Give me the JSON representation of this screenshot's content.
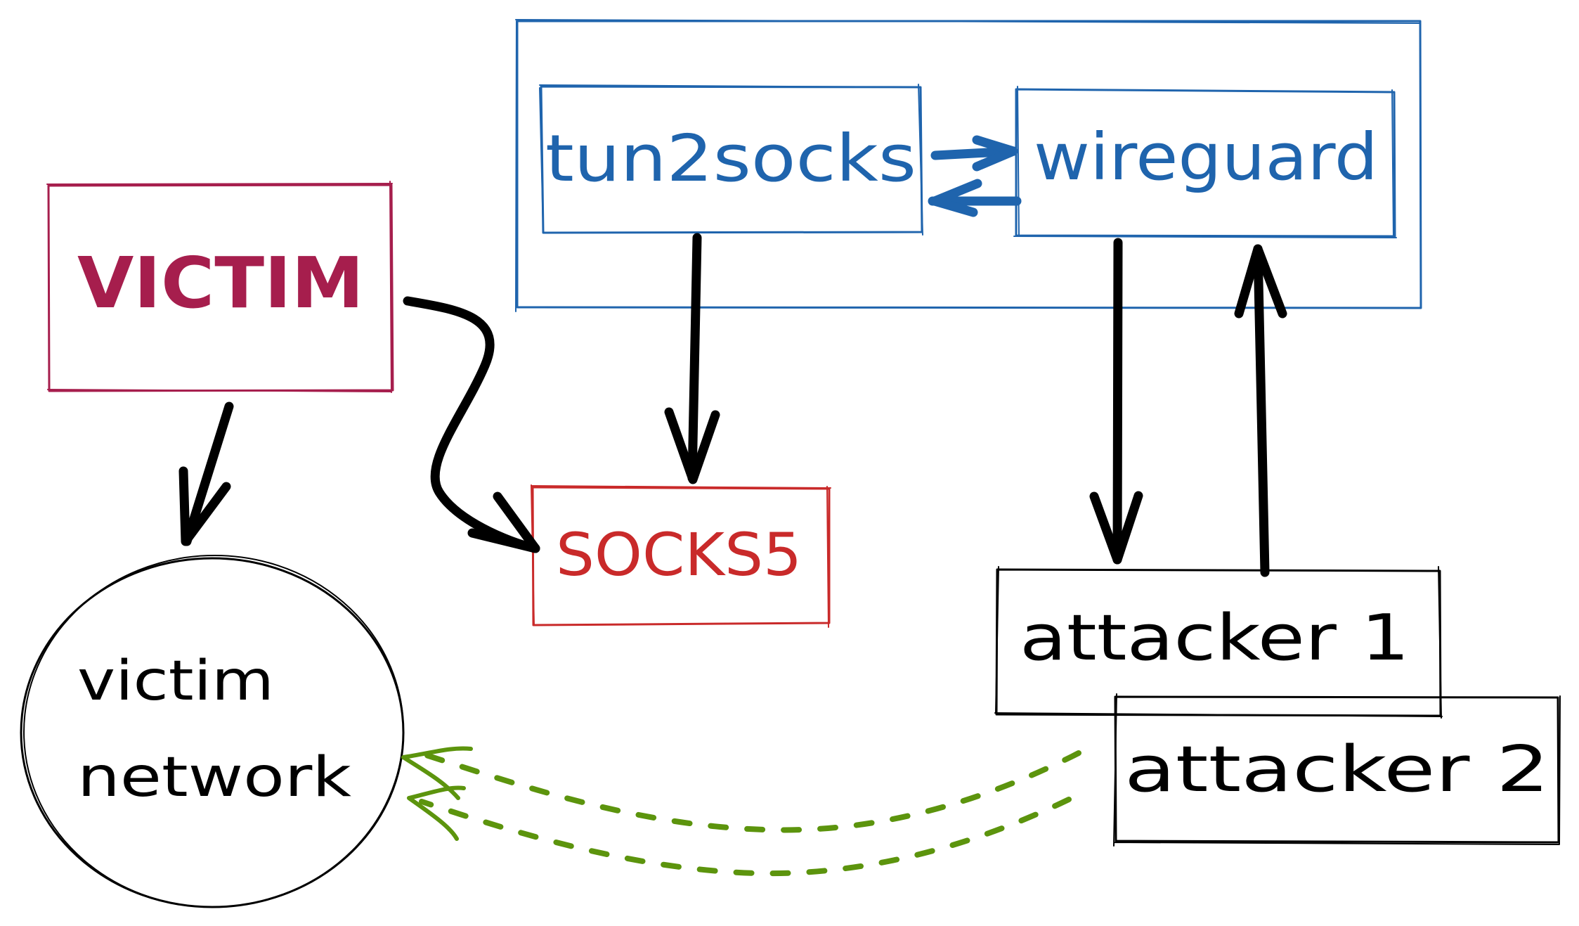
{
  "diagram": {
    "colors": {
      "blue": "#1f64ad",
      "victim": "#a61e4d",
      "socks": "#c92a2a",
      "black": "#000000",
      "green": "#5c940d",
      "background": "#ffffff"
    },
    "nodes": {
      "victim": {
        "label": "VICTIM",
        "shape": "rectangle",
        "color": "#a61e4d"
      },
      "victim_network": {
        "label_line1": "victim",
        "label_line2": "network",
        "shape": "ellipse",
        "color": "#000000"
      },
      "socks5": {
        "label": "SOCKS5",
        "shape": "rectangle",
        "color": "#c92a2a"
      },
      "container": {
        "label": "",
        "shape": "rectangle",
        "color": "#1f64ad",
        "contains": [
          "tun2socks",
          "wireguard"
        ]
      },
      "tun2socks": {
        "label": "tun2socks",
        "shape": "rectangle",
        "color": "#1f64ad"
      },
      "wireguard": {
        "label": "wireguard",
        "shape": "rectangle",
        "color": "#1f64ad"
      },
      "attacker1": {
        "label": "attacker 1",
        "shape": "rectangle",
        "color": "#000000"
      },
      "attacker2": {
        "label": "attacker 2",
        "shape": "rectangle",
        "color": "#000000"
      }
    },
    "edges": [
      {
        "from": "victim",
        "to": "victim_network",
        "style": "solid",
        "color": "#000000"
      },
      {
        "from": "victim",
        "to": "socks5",
        "style": "solid-curved",
        "color": "#000000"
      },
      {
        "from": "tun2socks",
        "to": "socks5",
        "style": "solid",
        "color": "#000000"
      },
      {
        "from": "tun2socks",
        "to": "wireguard",
        "style": "solid",
        "color": "#1f64ad"
      },
      {
        "from": "wireguard",
        "to": "tun2socks",
        "style": "solid",
        "color": "#1f64ad"
      },
      {
        "from": "wireguard",
        "to": "attacker1",
        "style": "solid",
        "color": "#000000"
      },
      {
        "from": "attacker1",
        "to": "wireguard",
        "style": "solid",
        "color": "#000000"
      },
      {
        "from": "attacker2",
        "to": "victim_network",
        "style": "dashed",
        "color": "#5c940d"
      },
      {
        "from": "attacker2",
        "to": "victim_network",
        "style": "dashed",
        "color": "#5c940d"
      }
    ]
  }
}
